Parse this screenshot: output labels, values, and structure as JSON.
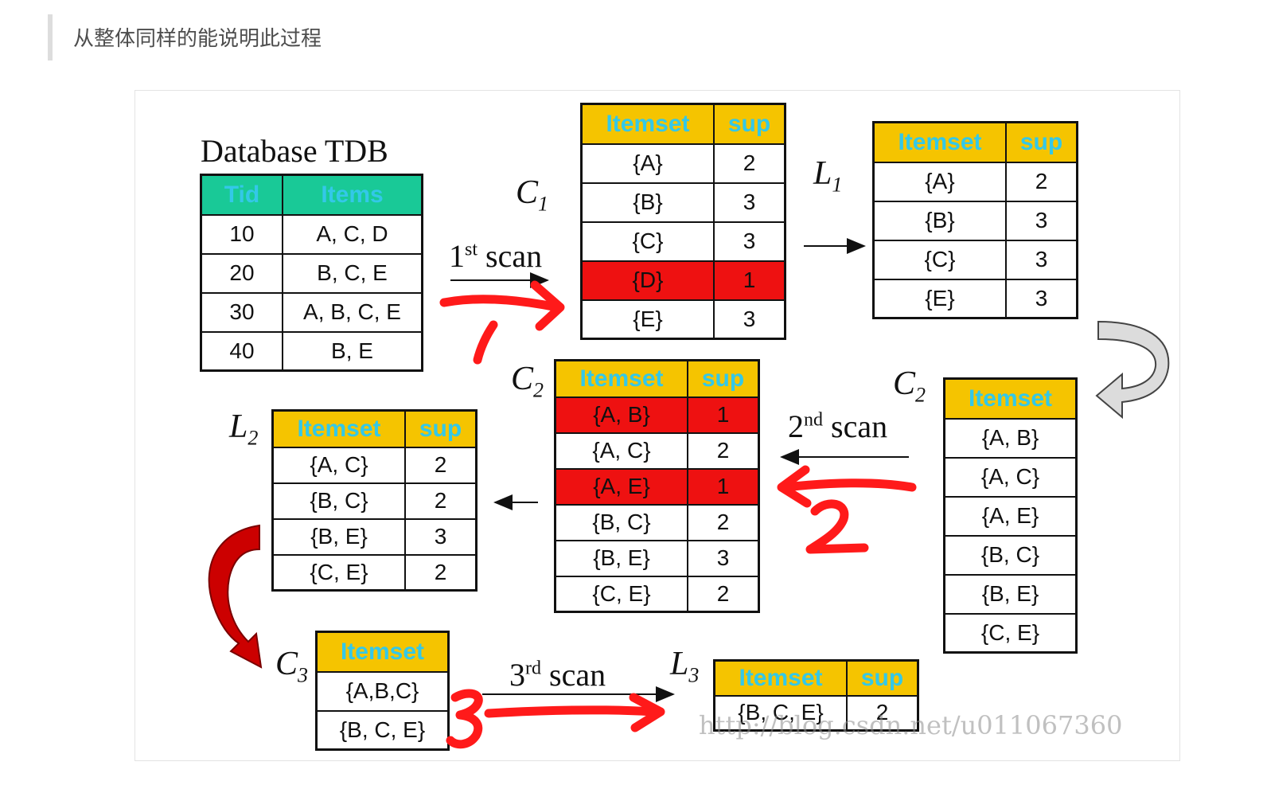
{
  "caption": "从整体同样的能说明此过程",
  "tdb": {
    "title": "Database TDB",
    "headers": [
      "Tid",
      "Items"
    ],
    "rows": [
      [
        "10",
        "A, C, D"
      ],
      [
        "20",
        "B, C, E"
      ],
      [
        "30",
        "A, B, C, E"
      ],
      [
        "40",
        "B, E"
      ]
    ]
  },
  "headers": {
    "itemset": "Itemset",
    "sup": "sup"
  },
  "labels": {
    "c1": "C",
    "l1": "L",
    "c2": "C",
    "l2": "L",
    "c3": "C",
    "l3": "L",
    "sub1": "1",
    "sub2": "2",
    "sub3": "3"
  },
  "scans": {
    "s1": {
      "num": "1",
      "sup": "st",
      "word": " scan"
    },
    "s2": {
      "num": "2",
      "sup": "nd",
      "word": " scan"
    },
    "s3": {
      "num": "3",
      "sup": "rd",
      "word": " scan"
    }
  },
  "c1": {
    "rows": [
      [
        "{A}",
        "2"
      ],
      [
        "{B}",
        "3"
      ],
      [
        "{C}",
        "3"
      ],
      [
        "{D}",
        "1"
      ],
      [
        "{E}",
        "3"
      ]
    ],
    "highlight_rows": [
      3
    ]
  },
  "l1": {
    "rows": [
      [
        "{A}",
        "2"
      ],
      [
        "{B}",
        "3"
      ],
      [
        "{C}",
        "3"
      ],
      [
        "{E}",
        "3"
      ]
    ]
  },
  "c2_candidates": {
    "rows": [
      "{A, B}",
      "{A, C}",
      "{A, E}",
      "{B, C}",
      "{B, E}",
      "{C, E}"
    ]
  },
  "c2_counted": {
    "rows": [
      [
        "{A, B}",
        "1"
      ],
      [
        "{A, C}",
        "2"
      ],
      [
        "{A, E}",
        "1"
      ],
      [
        "{B, C}",
        "2"
      ],
      [
        "{B, E}",
        "3"
      ],
      [
        "{C, E}",
        "2"
      ]
    ],
    "highlight_rows": [
      0,
      2
    ]
  },
  "l2": {
    "rows": [
      [
        "{A, C}",
        "2"
      ],
      [
        "{B, C}",
        "2"
      ],
      [
        "{B, E}",
        "3"
      ],
      [
        "{C, E}",
        "2"
      ]
    ]
  },
  "c3": {
    "rows": [
      "{A,B,C}",
      "{B, C, E}"
    ]
  },
  "l3": {
    "rows": [
      [
        "{B, C, E}",
        "2"
      ]
    ]
  },
  "watermark": "http://blog.csdn.net/u011067360",
  "colors": {
    "header_yellow": "#f5c400",
    "header_text_cyan": "#33c8e8",
    "tdb_header_green": "#19c997",
    "highlight_red": "#ee1111",
    "handwriting_red": "#ff1a1a",
    "curved_arrow_red": "#cc0000"
  }
}
